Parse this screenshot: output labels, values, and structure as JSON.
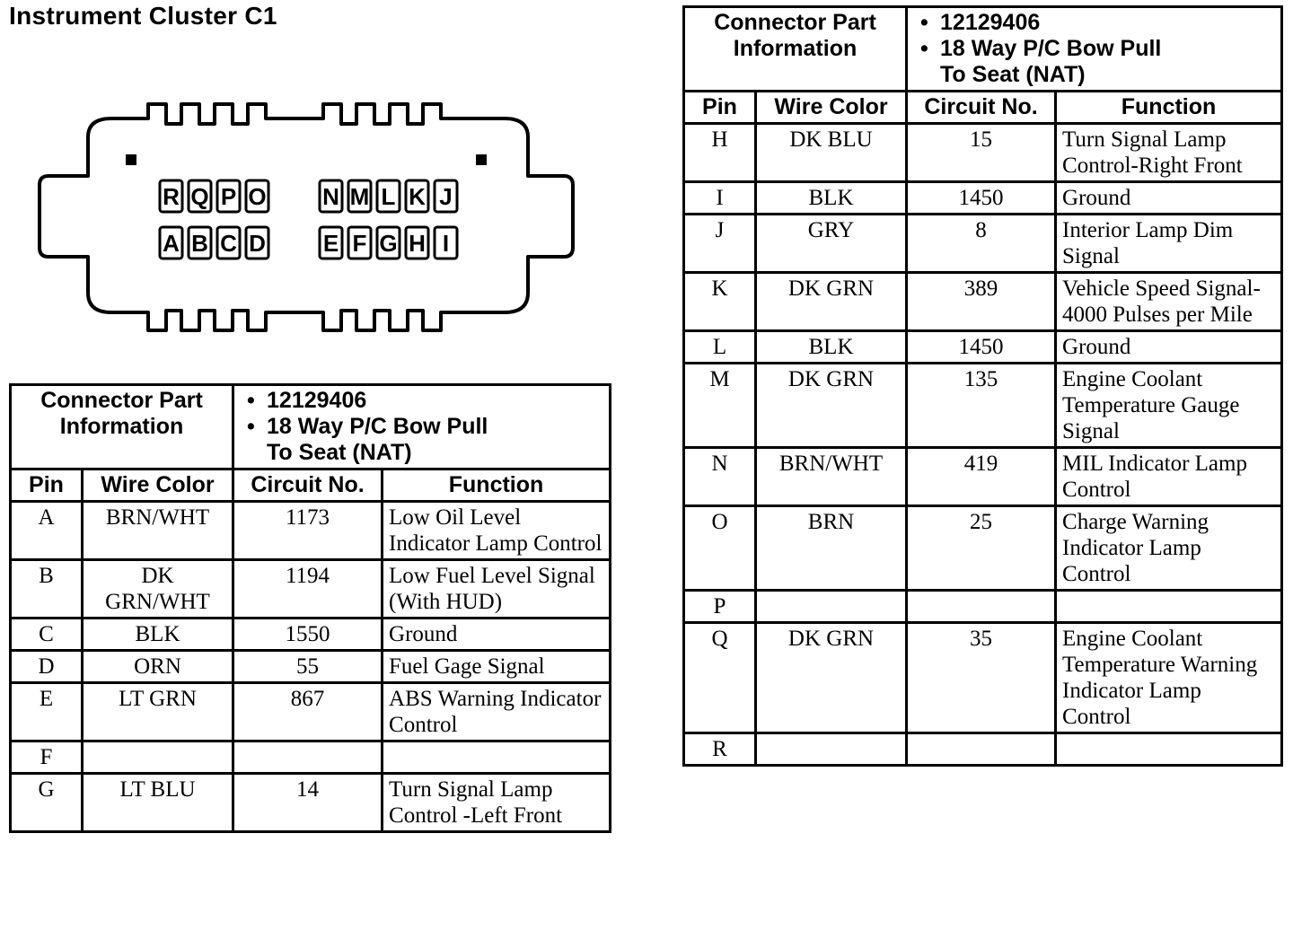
{
  "page_title": "Instrument Cluster C1",
  "diagram": {
    "top_row_left": [
      "R",
      "Q",
      "P",
      "O"
    ],
    "top_row_right": [
      "N",
      "M",
      "L",
      "K",
      "J"
    ],
    "bottom_row_left": [
      "A",
      "B",
      "C",
      "D"
    ],
    "bottom_row_right": [
      "E",
      "F",
      "G",
      "H",
      "I"
    ]
  },
  "connector_info": {
    "label": "Connector Part Information",
    "part_number": "12129406",
    "description": "18 Way P/C Bow Pull To Seat (NAT)",
    "description_line1": "18 Way P/C Bow Pull",
    "description_line2": "To Seat (NAT)"
  },
  "columns": {
    "pin": "Pin",
    "wire_color": "Wire Color",
    "circuit": "Circuit No.",
    "function": "Function"
  },
  "table_left": {
    "rows": [
      {
        "pin": "A",
        "wire": "BRN/WHT",
        "circuit": "1173",
        "function": "Low Oil Level Indicator Lamp Control"
      },
      {
        "pin": "B",
        "wire": "DK GRN/WHT",
        "circuit": "1194",
        "function": "Low Fuel Level Signal (With HUD)"
      },
      {
        "pin": "C",
        "wire": "BLK",
        "circuit": "1550",
        "function": "Ground"
      },
      {
        "pin": "D",
        "wire": "ORN",
        "circuit": "55",
        "function": "Fuel Gage Signal"
      },
      {
        "pin": "E",
        "wire": "LT GRN",
        "circuit": "867",
        "function": "ABS Warning Indicator Control"
      },
      {
        "pin": "F",
        "wire": "",
        "circuit": "",
        "function": ""
      },
      {
        "pin": "G",
        "wire": "LT BLU",
        "circuit": "14",
        "function": "Turn Signal Lamp Control -Left Front"
      }
    ]
  },
  "table_right": {
    "rows": [
      {
        "pin": "H",
        "wire": "DK BLU",
        "circuit": "15",
        "function": "Turn Signal Lamp Control-Right Front"
      },
      {
        "pin": "I",
        "wire": "BLK",
        "circuit": "1450",
        "function": "Ground"
      },
      {
        "pin": "J",
        "wire": "GRY",
        "circuit": "8",
        "function": "Interior Lamp Dim Signal"
      },
      {
        "pin": "K",
        "wire": "DK GRN",
        "circuit": "389",
        "function": "Vehicle Speed Signal-4000 Pulses per Mile"
      },
      {
        "pin": "L",
        "wire": "BLK",
        "circuit": "1450",
        "function": "Ground"
      },
      {
        "pin": "M",
        "wire": "DK GRN",
        "circuit": "135",
        "function": "Engine Coolant Temperature Gauge Signal"
      },
      {
        "pin": "N",
        "wire": "BRN/WHT",
        "circuit": "419",
        "function": "MIL Indicator Lamp Control"
      },
      {
        "pin": "O",
        "wire": "BRN",
        "circuit": "25",
        "function": "Charge Warning Indicator Lamp Control"
      },
      {
        "pin": "P",
        "wire": "",
        "circuit": "",
        "function": ""
      },
      {
        "pin": "Q",
        "wire": "DK GRN",
        "circuit": "35",
        "function": "Engine Coolant Temperature Warning Indicator Lamp Control"
      },
      {
        "pin": "R",
        "wire": "",
        "circuit": "",
        "function": ""
      }
    ]
  }
}
